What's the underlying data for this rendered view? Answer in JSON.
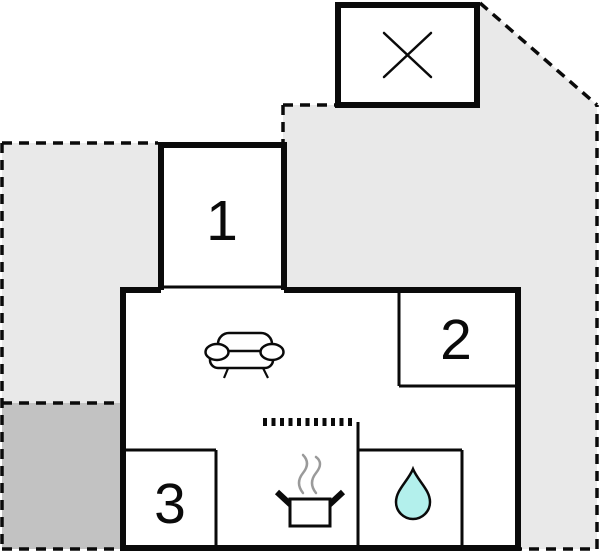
{
  "page": {
    "type": "floor-plan-diagram",
    "description": "Holiday home floor plan with plot outline"
  },
  "colors": {
    "background": "#ffffff",
    "plot_fill": "#e9e9e9",
    "terrace_fill": "#c2c2c2",
    "room_fill": "#ffffff",
    "wall": "#0a0a0a",
    "water_drop_fill": "#b3f0ec",
    "steam": "#9a9a9a"
  },
  "rooms": [
    {
      "id": "room-1",
      "label": "1"
    },
    {
      "id": "room-2",
      "label": "2"
    },
    {
      "id": "room-3",
      "label": "3"
    }
  ],
  "icons": [
    {
      "name": "cross-icon",
      "meaning": "crossed-out annex building"
    },
    {
      "name": "sofa-icon",
      "meaning": "living room"
    },
    {
      "name": "stove-pot-icon",
      "meaning": "kitchen"
    },
    {
      "name": "steam-icon",
      "meaning": "cooking steam"
    },
    {
      "name": "water-drop-icon",
      "meaning": "bathroom"
    }
  ]
}
